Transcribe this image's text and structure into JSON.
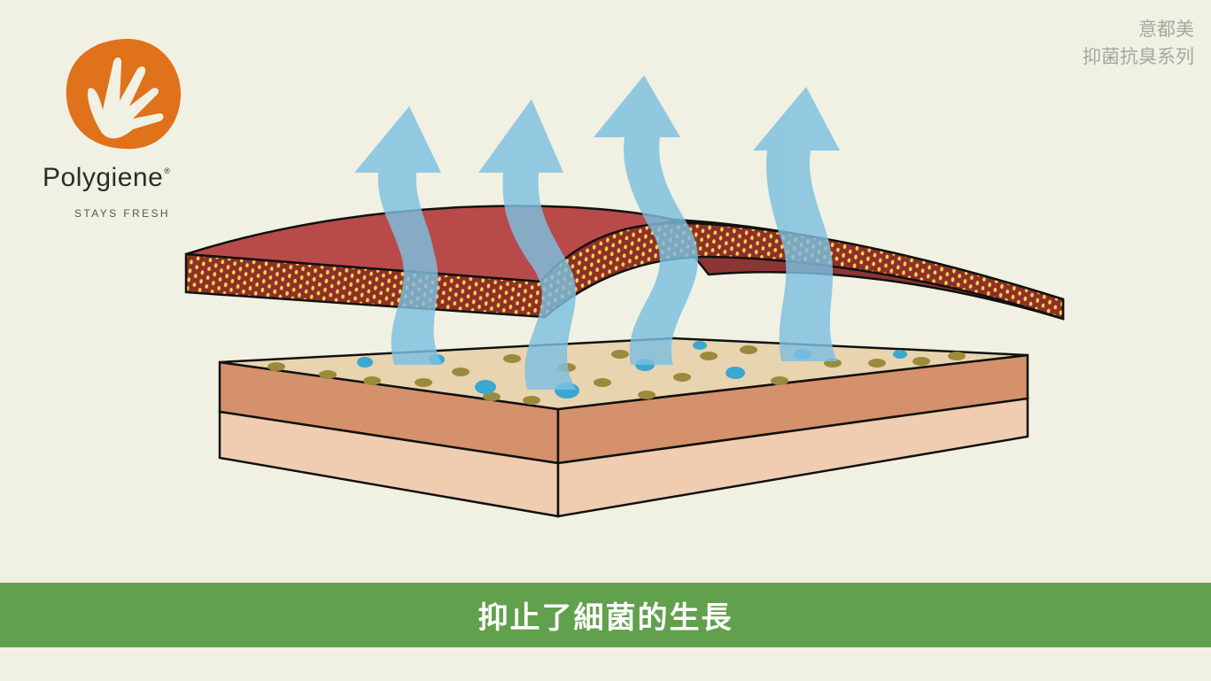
{
  "brand": {
    "name": "Polygiene",
    "registered": "®",
    "tagline": "STAYS FRESH"
  },
  "corner_label": {
    "line1": "意都美",
    "line2": "抑菌抗臭系列"
  },
  "caption": "抑止了細菌的生長",
  "colors": {
    "background": "#f0f1e2",
    "caption_bar": "#61a04c",
    "logo_orange": "#e0721c",
    "fabric_top": "#b94a4a",
    "fabric_under": "#8b3535",
    "arrow_blue": "#7cc0e0",
    "skin_upper": "#d4916b",
    "skin_lower": "#f0cdb0"
  }
}
